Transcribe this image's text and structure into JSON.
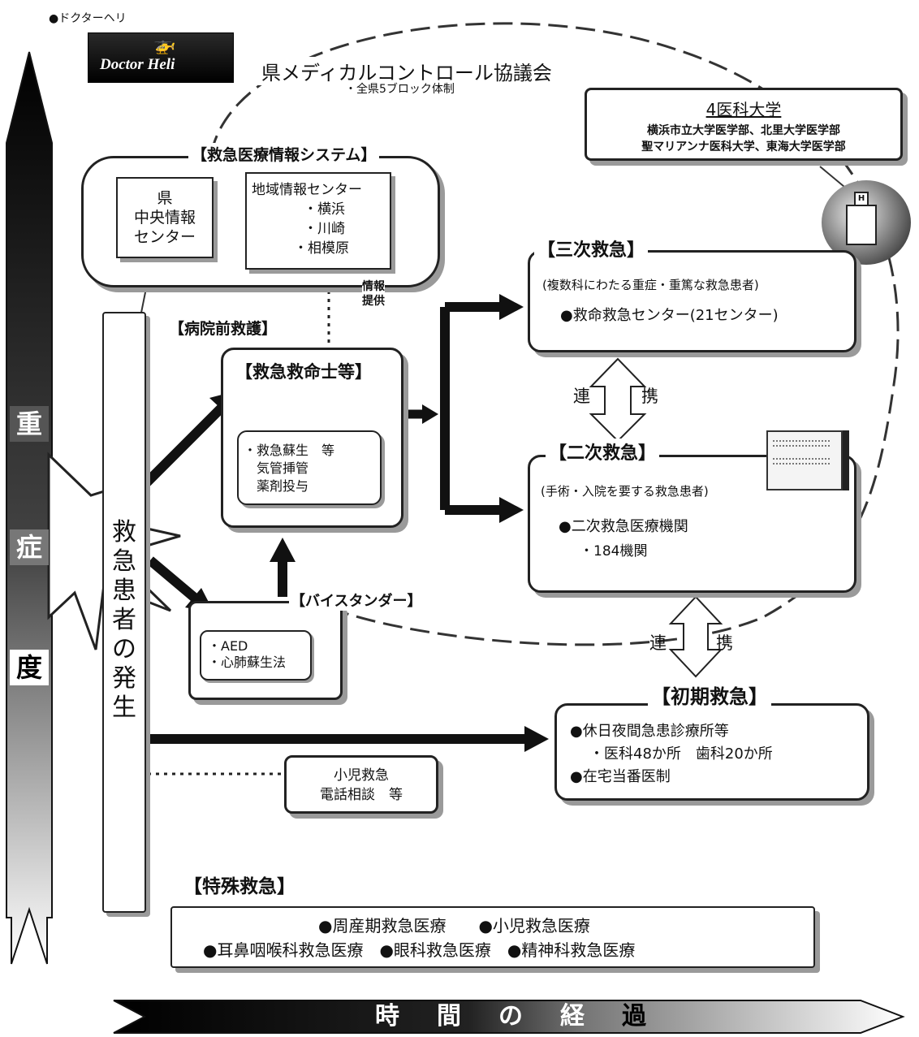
{
  "doctor_heli": {
    "label": "●ドクターヘリ",
    "logo_text": "Doctor Heli"
  },
  "council": {
    "title": "県メディカルコントロール協議会",
    "sub": "・全県5ブロック体制"
  },
  "universities": {
    "title": "4医科大学",
    "line1": "横浜市立大学医学部、北里大学医学部",
    "line2": "聖マリアンナ医科大学、東海大学医学部"
  },
  "info_system": {
    "title": "【救急医療情報システム】",
    "central_lines": [
      "県",
      "中央情報",
      "センター"
    ],
    "regional_lines": [
      "地域情報センター",
      "・横浜",
      "・川崎",
      "・相模原"
    ],
    "provide_lines": [
      "情報",
      "提供"
    ]
  },
  "tertiary": {
    "title": "【三次救急】",
    "desc": "(複数科にわたる重症・重篤な救急患者)",
    "item": "●救命救急センター(21センター)"
  },
  "secondary": {
    "title": "【二次救急】",
    "desc": "(手術・入院を要する救急患者)",
    "item": "●二次救急医療機関",
    "sub": "・184機関"
  },
  "primary": {
    "title": "【初期救急】",
    "item1": "●休日夜間急患診療所等",
    "sub1": "・医科48か所　歯科20か所",
    "item2": "●在宅当番医制"
  },
  "coop": {
    "left": "連",
    "right": "携"
  },
  "prehospital": {
    "title": "【病院前救護】"
  },
  "emt": {
    "title": "【救急救命士等】",
    "lines": [
      "・救急蘇生　等",
      "　気管挿管",
      "　薬剤投与"
    ]
  },
  "bystander": {
    "title": "【バイスタンダー】",
    "lines": [
      "・AED",
      "・心肺蘇生法"
    ]
  },
  "patient": {
    "chars": [
      "救",
      "急",
      "患",
      "者",
      "の",
      "発",
      "生"
    ]
  },
  "pediatric": {
    "lines": [
      "小児救急",
      "電話相談　等"
    ]
  },
  "special": {
    "title": "【特殊救急】",
    "row1": "●周産期救急医療　　●小児救急医療",
    "row2": "●耳鼻咽喉科救急医療　●眼科救急医療　●精神科救急医療"
  },
  "severity": {
    "chars": [
      "重",
      "症",
      "度"
    ]
  },
  "time_axis": {
    "chars": [
      "時",
      "間",
      "の",
      "経",
      "過"
    ]
  }
}
